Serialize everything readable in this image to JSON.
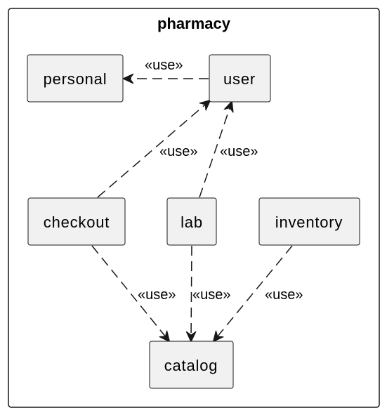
{
  "package": {
    "title": "pharmacy"
  },
  "nodes": [
    {
      "id": "personal",
      "label": "personal"
    },
    {
      "id": "user",
      "label": "user"
    },
    {
      "id": "checkout",
      "label": "checkout"
    },
    {
      "id": "lab",
      "label": "lab"
    },
    {
      "id": "inventory",
      "label": "inventory"
    },
    {
      "id": "catalog",
      "label": "catalog"
    }
  ],
  "edges": [
    {
      "from": "user",
      "to": "personal",
      "label": "«use»"
    },
    {
      "from": "checkout",
      "to": "user",
      "label": "«use»"
    },
    {
      "from": "lab",
      "to": "user",
      "label": "«use»"
    },
    {
      "from": "checkout",
      "to": "catalog",
      "label": "«use»"
    },
    {
      "from": "lab",
      "to": "catalog",
      "label": "«use»"
    },
    {
      "from": "inventory",
      "to": "catalog",
      "label": "«use»"
    }
  ],
  "colors": {
    "node_fill": "#f1f1f1",
    "stroke": "#181818",
    "background": "#ffffff"
  }
}
